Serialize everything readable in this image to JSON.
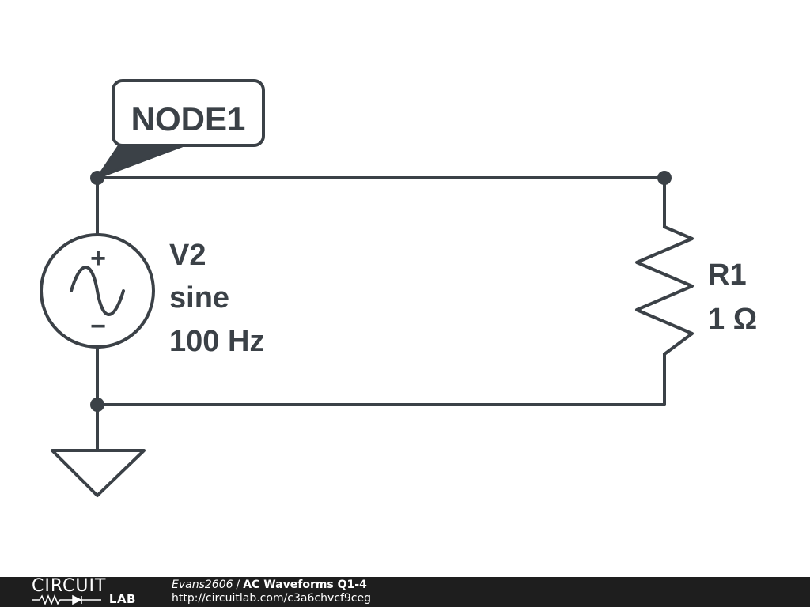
{
  "schematic": {
    "node_label": "NODE1",
    "source": {
      "name": "V2",
      "type": "sine",
      "frequency": "100 Hz",
      "plus_symbol": "+",
      "minus_symbol": "−"
    },
    "resistor": {
      "name": "R1",
      "value": "1 Ω"
    }
  },
  "footer": {
    "logo_top": "CIRCUIT",
    "logo_bottom": "LAB",
    "author": "Evans2606",
    "separator": "/",
    "title": "AC Waveforms Q1-4",
    "url": "http://circuitlab.com/c3a6chvcf9ceg"
  },
  "colors": {
    "wire": "#3b4147",
    "background": "#ffffff",
    "footer_bg": "#1e1e1e",
    "footer_text": "#ffffff"
  }
}
